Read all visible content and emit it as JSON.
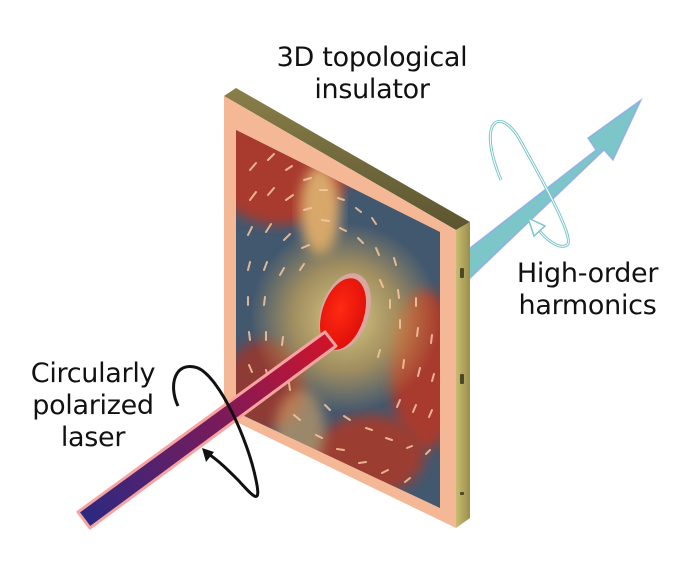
{
  "labels": {
    "topological_insulator": [
      "3D topological",
      "insulator"
    ],
    "input_laser": [
      "Circularly",
      "polarized",
      "laser"
    ],
    "output_harmonics": [
      "High-order",
      "harmonics"
    ]
  },
  "elements": {
    "sample": "3D topological insulator slab with spin-texture arrow field",
    "laser_spot": "red elliptical illuminated spot at slab center",
    "input_beam": "circularly polarized laser beam (blue-to-red gradient)",
    "output_beam": "high-order harmonics beam (cyan arrow)",
    "input_polarization": "black circular arrow around input beam",
    "output_polarization": "cyan circular arrow around output beam"
  },
  "colors": {
    "input_beam_start": "#2a2a80",
    "input_beam_end": "#c0102a",
    "output_beam": "#7cc6c9",
    "slab_frame": "#f4b896",
    "slab_edge": "#a79a55",
    "field_red": "#a83a2e",
    "field_blue": "#42586f",
    "field_tan": "#d8a86a",
    "spot": "#ff1a10",
    "text": "#111111"
  }
}
